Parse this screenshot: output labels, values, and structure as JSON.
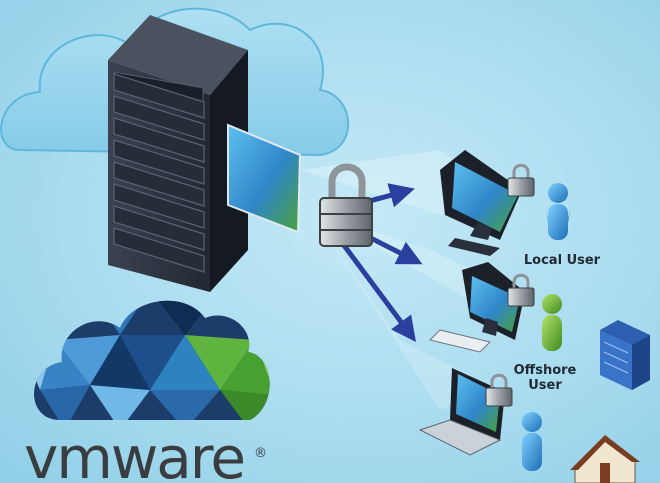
{
  "labels": {
    "local_user": "Local User",
    "offshore_user": "Offshore User"
  },
  "brand": {
    "name": "vmware",
    "registered": "®"
  },
  "colors": {
    "background": "#a9dcef",
    "arrow": "#2b3f9e",
    "server": "#1e2530",
    "user_blue": "#2a8fd0",
    "user_green": "#5fae2e"
  },
  "icons": [
    "cloud-icon",
    "server-rack-icon",
    "padlock-icon",
    "monitor-icon",
    "laptop-icon",
    "user-icon",
    "building-icon",
    "house-icon"
  ]
}
